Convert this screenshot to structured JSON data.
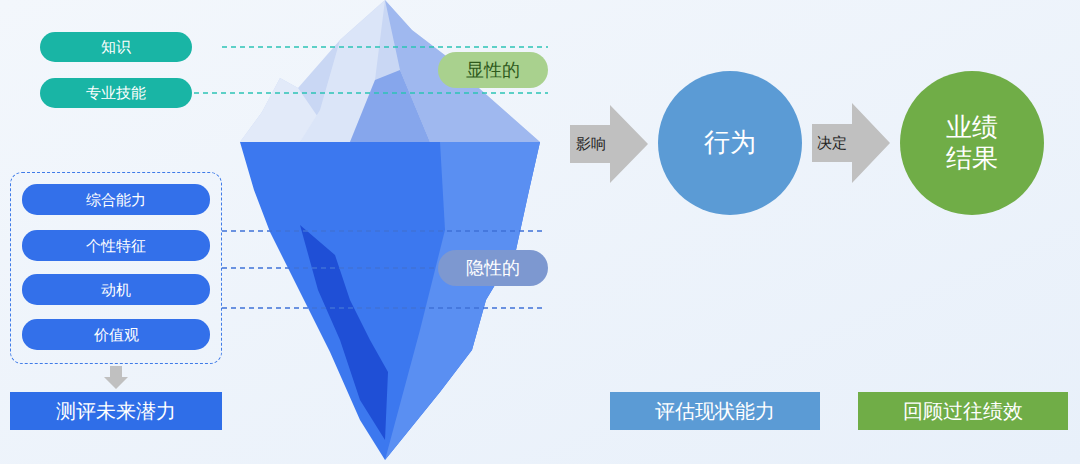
{
  "diagram": {
    "nodes": [
      {
        "text": [
          "知识"
        ]
      },
      {
        "text": [
          "专业技能"
        ]
      },
      {
        "text": [
          "显性的"
        ]
      },
      {
        "text": []
      },
      {
        "text": [
          "综合能力"
        ],
        "in": 3
      },
      {
        "text": [
          "个性特征"
        ],
        "in": 3
      },
      {
        "text": [
          "动机"
        ],
        "in": 3
      },
      {
        "text": [
          "价值观"
        ],
        "in": 3
      },
      {
        "text": [
          "隐性的"
        ]
      },
      {
        "text": [
          "测评未来潜力"
        ]
      },
      {
        "text": [
          "行为"
        ]
      },
      {
        "text": [
          "业绩 结果"
        ]
      },
      {
        "text": [
          "评估现状能力"
        ]
      },
      {
        "text": [
          "回顾过往绩效"
        ]
      }
    ],
    "edges": [
      {
        "from": 3,
        "to": 9,
        "arrow": "to"
      },
      {
        "from": 10,
        "to": 11,
        "label": "决定",
        "arrow": "to"
      }
    ],
    "labels": [
      "影响"
    ]
  }
}
